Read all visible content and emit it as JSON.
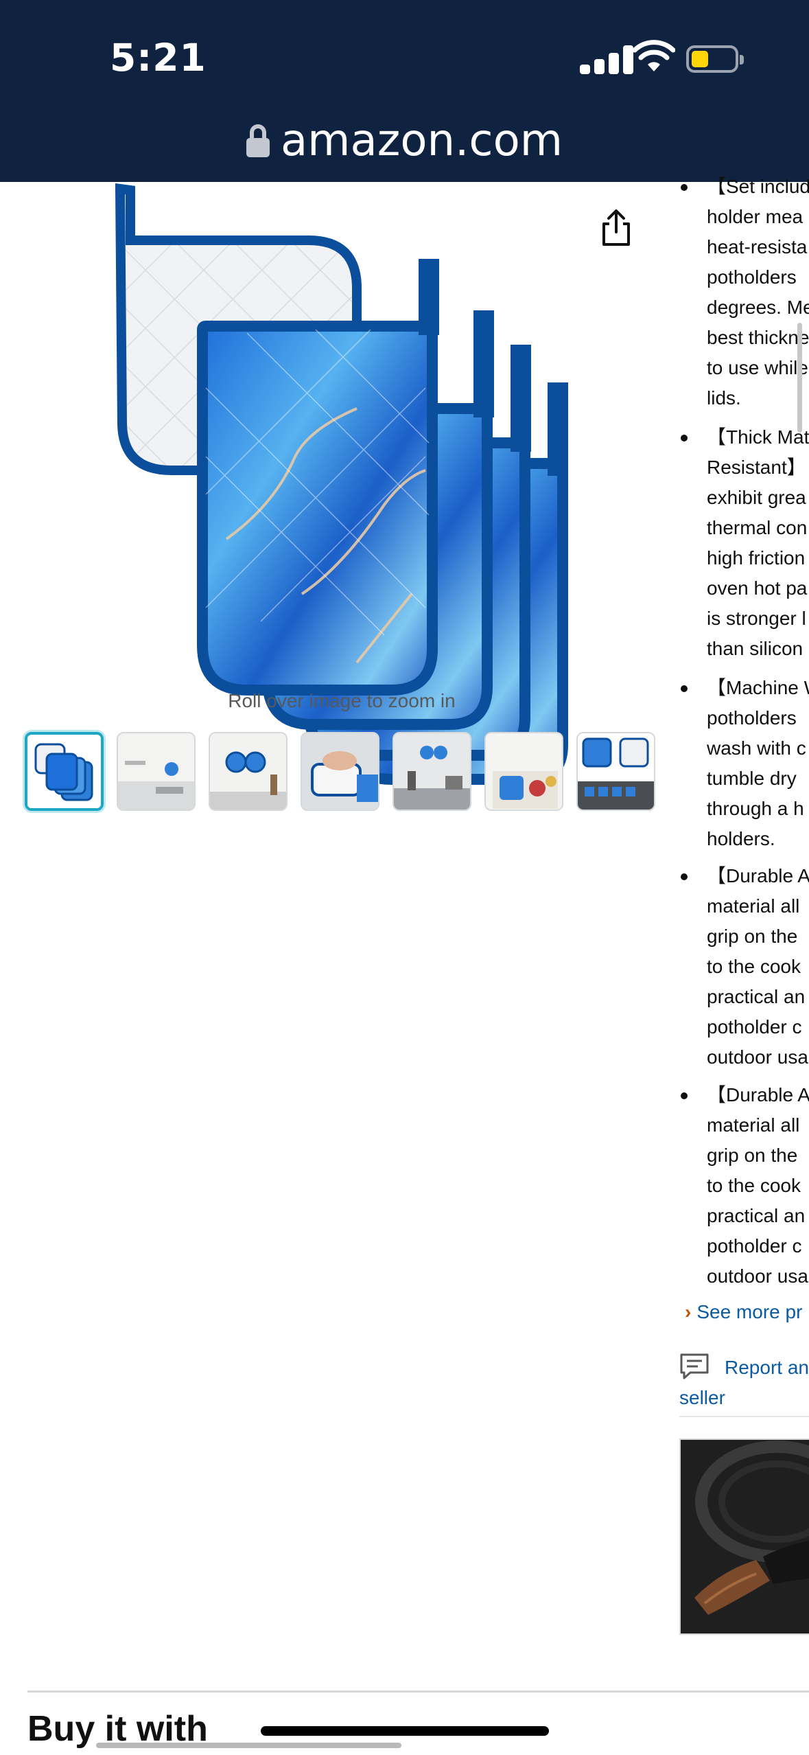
{
  "status_bar": {
    "time": "5:21",
    "url": "amazon.com",
    "colors": {
      "bar_bg": "#0f2240",
      "battery_fill": "#ffd60a"
    }
  },
  "product_image": {
    "zoom_hint": "Roll over image to zoom in",
    "thumbnail_count": 7,
    "selected_thumbnail": 1
  },
  "bullets": [
    {
      "lines": [
        "【Set includ",
        "holder mea",
        "heat-resista",
        "potholders",
        "degrees. Me",
        "best thickne",
        "to use while",
        "lids."
      ]
    },
    {
      "lines": [
        "【Thick Mat",
        "Resistant】",
        "exhibit grea",
        "thermal con",
        "high friction",
        "oven hot pa",
        "is stronger l",
        "than silicon"
      ]
    },
    {
      "lines": [
        "【Machine W",
        "potholders",
        "wash with c",
        "tumble dry",
        "through a h",
        "holders."
      ]
    },
    {
      "lines": [
        "【Durable A",
        "material all",
        "grip on the",
        "to the cook",
        "practical an",
        "potholder c",
        "outdoor usa"
      ]
    },
    {
      "lines": [
        "【Durable A",
        "material all",
        "grip on the",
        "to the cook",
        "practical an",
        "potholder c",
        "outdoor usa"
      ]
    }
  ],
  "see_more": {
    "chevron": "›",
    "label": "See more pr"
  },
  "report": {
    "line1": "Report an",
    "line2": "seller"
  },
  "buy_it_with": {
    "title": "Buy it with"
  },
  "colors": {
    "link": "#0a5aa4",
    "accent_chevron": "#c45500",
    "thumb_selected": "#1ea7c4",
    "potholder_blue": "#0b4f9c"
  }
}
